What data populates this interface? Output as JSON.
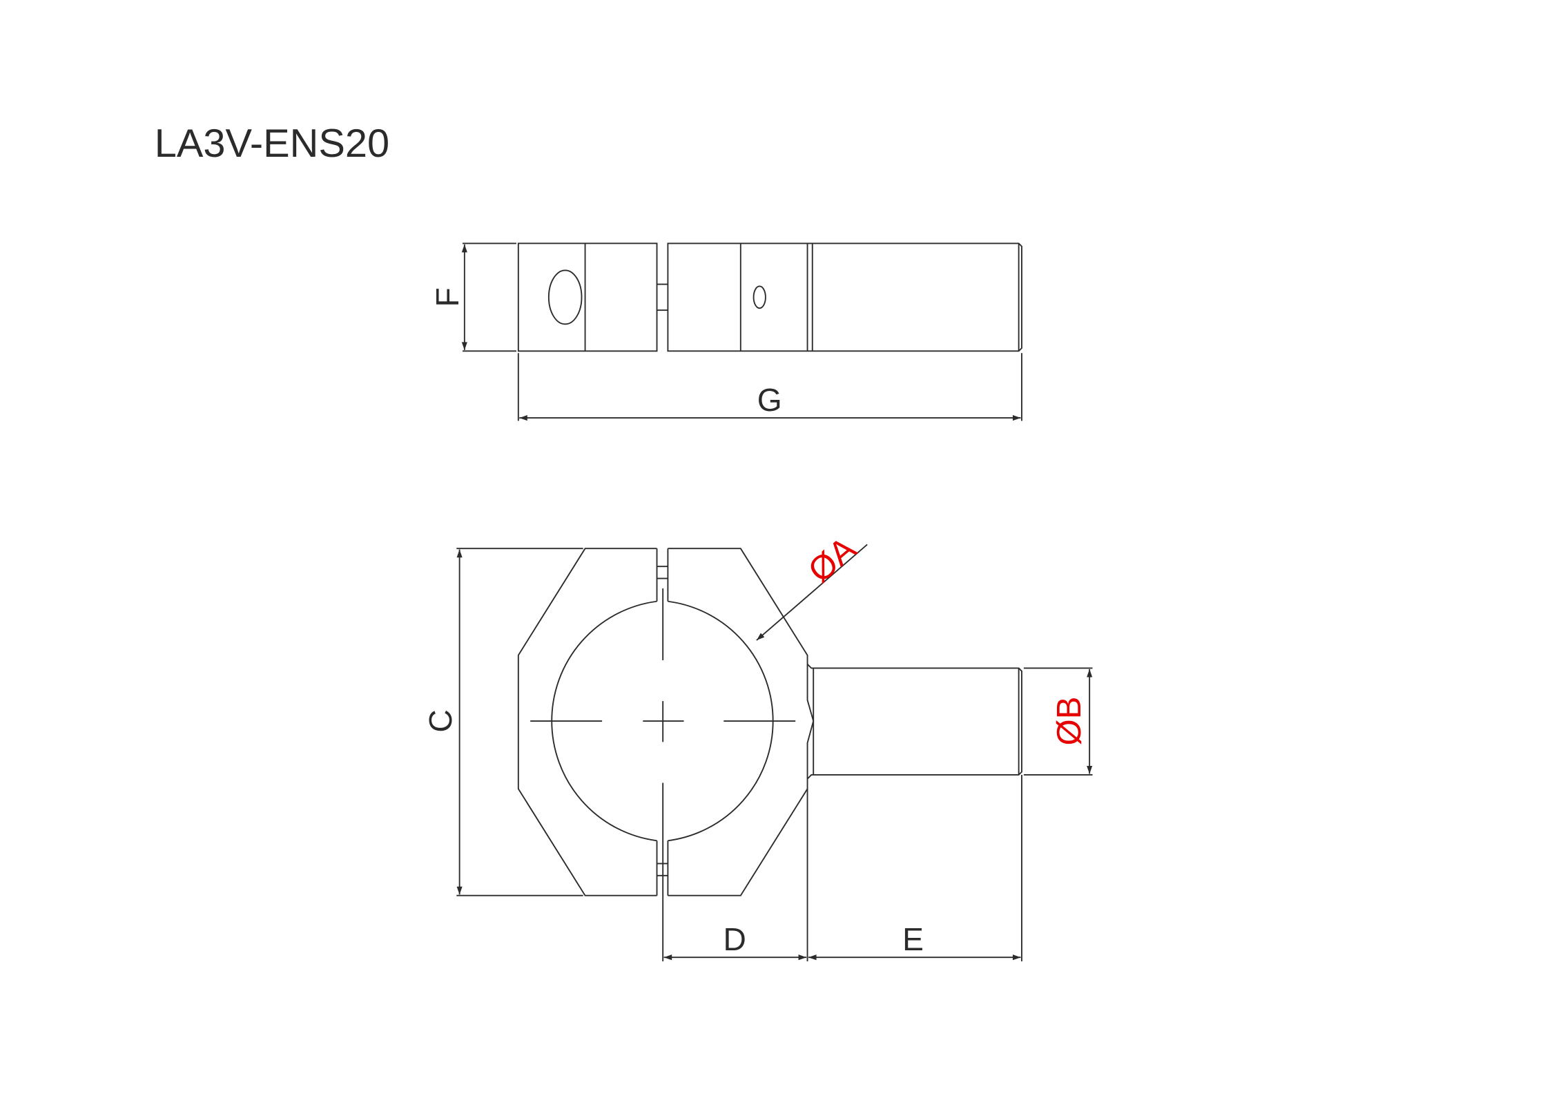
{
  "title": "LA3V-ENS20",
  "dimensions": {
    "F": "F",
    "G": "G",
    "C": "C",
    "D": "D",
    "E": "E",
    "A": "ØA",
    "B": "ØB"
  },
  "colors": {
    "line": "#2b2b2b",
    "highlight": "#e60000"
  }
}
